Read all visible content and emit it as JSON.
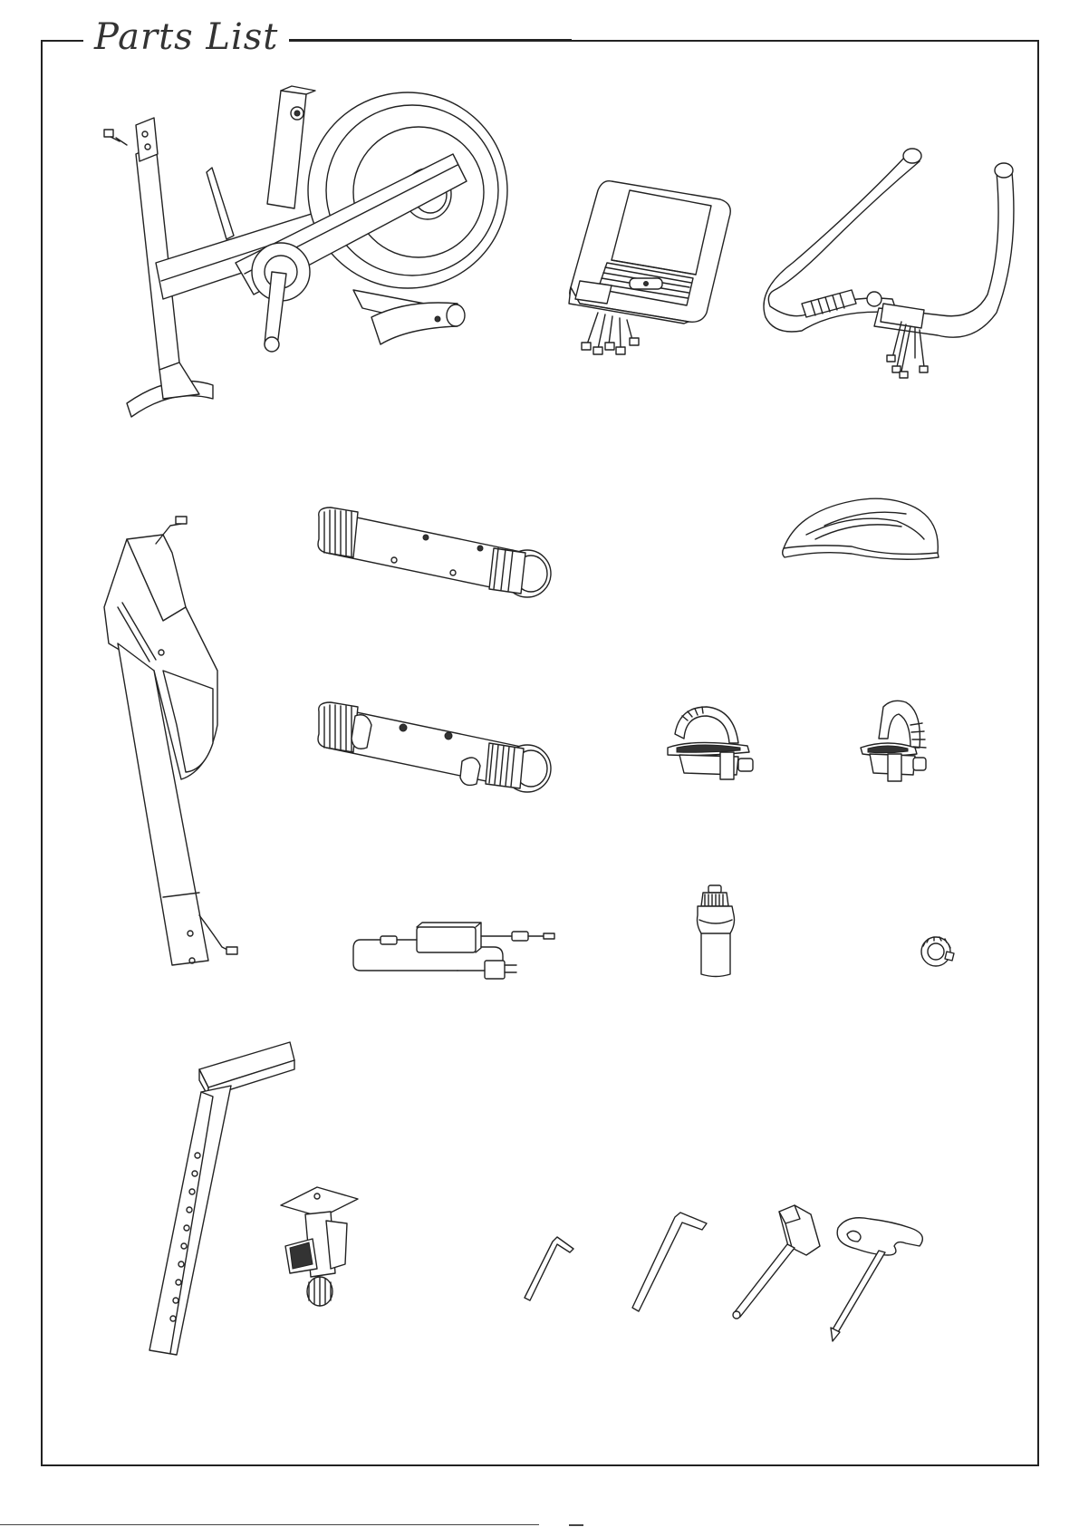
{
  "page": {
    "title": "Parts List"
  },
  "parts": [
    {
      "name": "main-frame",
      "icon": "main-frame-icon"
    },
    {
      "name": "console",
      "icon": "console-icon"
    },
    {
      "name": "handlebar",
      "icon": "handlebar-icon"
    },
    {
      "name": "handlebar-post",
      "icon": "handlebar-post-icon"
    },
    {
      "name": "front-stabilizer",
      "icon": "stabilizer-icon"
    },
    {
      "name": "seat",
      "icon": "seat-icon"
    },
    {
      "name": "rear-stabilizer",
      "icon": "stabilizer-icon"
    },
    {
      "name": "pedal-left",
      "icon": "pedal-icon"
    },
    {
      "name": "pedal-right",
      "icon": "pedal-icon"
    },
    {
      "name": "power-adapter",
      "icon": "power-adapter-icon"
    },
    {
      "name": "water-bottle",
      "icon": "bottle-icon"
    },
    {
      "name": "adjustment-knob",
      "icon": "knob-icon"
    },
    {
      "name": "seat-post",
      "icon": "seat-post-icon"
    },
    {
      "name": "seat-slider",
      "icon": "seat-slider-icon"
    },
    {
      "name": "allen-key-small",
      "icon": "allen-key-icon"
    },
    {
      "name": "allen-key-large",
      "icon": "allen-key-icon"
    },
    {
      "name": "socket-wrench",
      "icon": "wrench-icon"
    },
    {
      "name": "combination-wrench",
      "icon": "wrench-icon"
    }
  ]
}
